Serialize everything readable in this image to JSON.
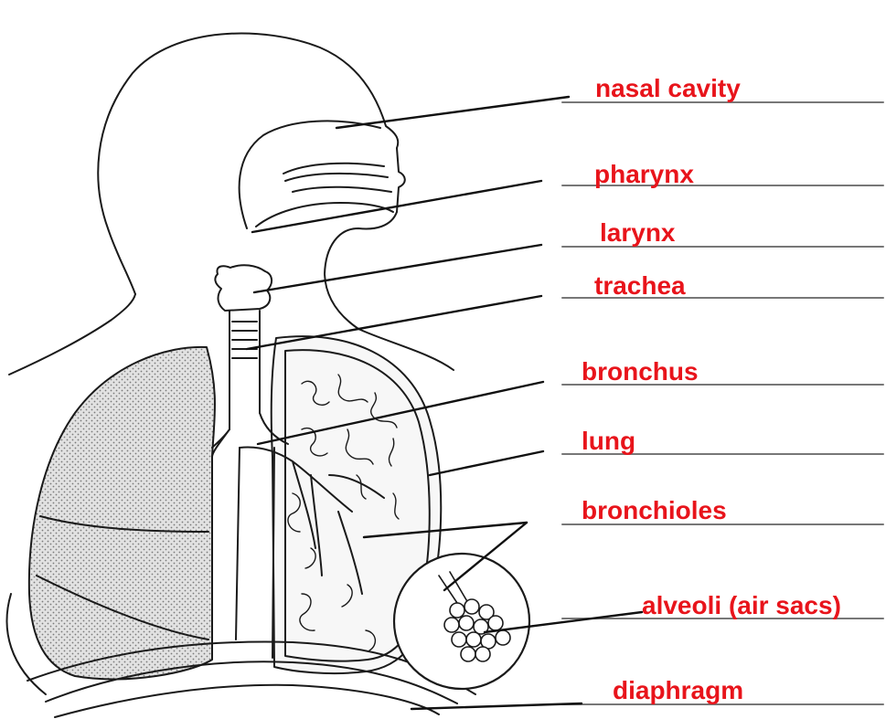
{
  "diagram": {
    "label_color": "#e8141b",
    "line_color": "#1a1a1a",
    "labels": {
      "nasal_cavity": "nasal cavity",
      "pharynx": "pharynx",
      "larynx": "larynx",
      "trachea": "trachea",
      "bronchus": "bronchus",
      "lung": "lung",
      "bronchioles": "bronchioles",
      "alveoli": "alveoli (air sacs)",
      "diaphragm": "diaphragm"
    }
  }
}
